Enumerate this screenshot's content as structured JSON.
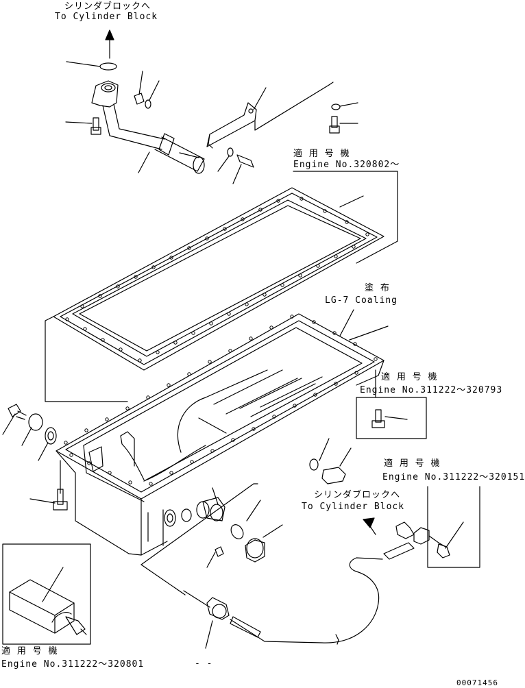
{
  "labels": {
    "top_jp": "シリンダブロックへ",
    "top_en": "To Cylinder Block",
    "gasket_jp": "適 用 号 機",
    "gasket_en": "Engine No.320802～",
    "coating_jp": "塗 布",
    "coating_en": "LG-7 Coaling",
    "right1_jp": "適 用 号 機",
    "right1_en": "Engine No.311222～320793",
    "right2_jp": "適 用 号 機",
    "right2_en": "Engine No.311222～320151",
    "mid_jp": "シリンダブロックへ",
    "mid_en": "To Cylinder Block",
    "inset_jp": "適 用 号 機",
    "inset_en": "Engine No.311222～320801",
    "dash": "- -",
    "doc_number": "00071456"
  },
  "colors": {
    "ink": "#000000",
    "paper": "#ffffff"
  }
}
